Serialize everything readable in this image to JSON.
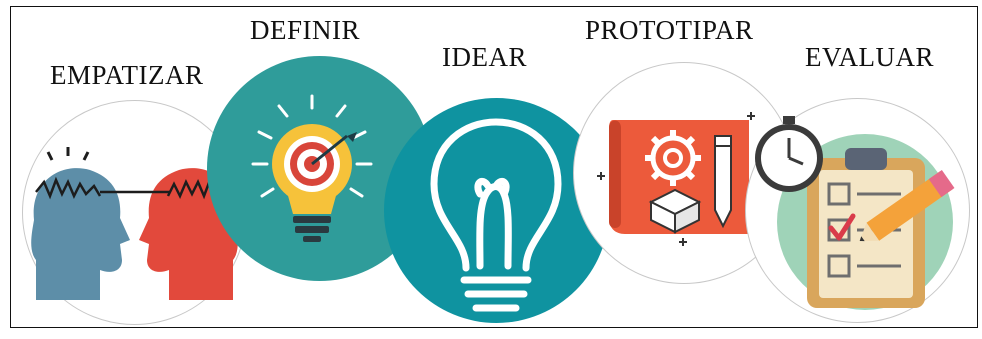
{
  "stages": [
    {
      "label": "EMPATIZAR",
      "icon": "empathy-heads-icon"
    },
    {
      "label": "DEFINIR",
      "icon": "bulb-target-icon"
    },
    {
      "label": "IDEAR",
      "icon": "lightbulb-icon"
    },
    {
      "label": "PROTOTIPAR",
      "icon": "blueprint-icon"
    },
    {
      "label": "EVALUAR",
      "icon": "checklist-stopwatch-icon"
    }
  ],
  "colors": {
    "definir_bg": "#2f9c9a",
    "idear_bg": "#0f93a0",
    "head_blue": "#5d8ea8",
    "head_red": "#e2493c",
    "blueprint_red": "#ec5a3b",
    "bulb_yellow": "#f6c23a",
    "board_tan": "#f0d9a8",
    "mint": "#9fd3b8"
  }
}
